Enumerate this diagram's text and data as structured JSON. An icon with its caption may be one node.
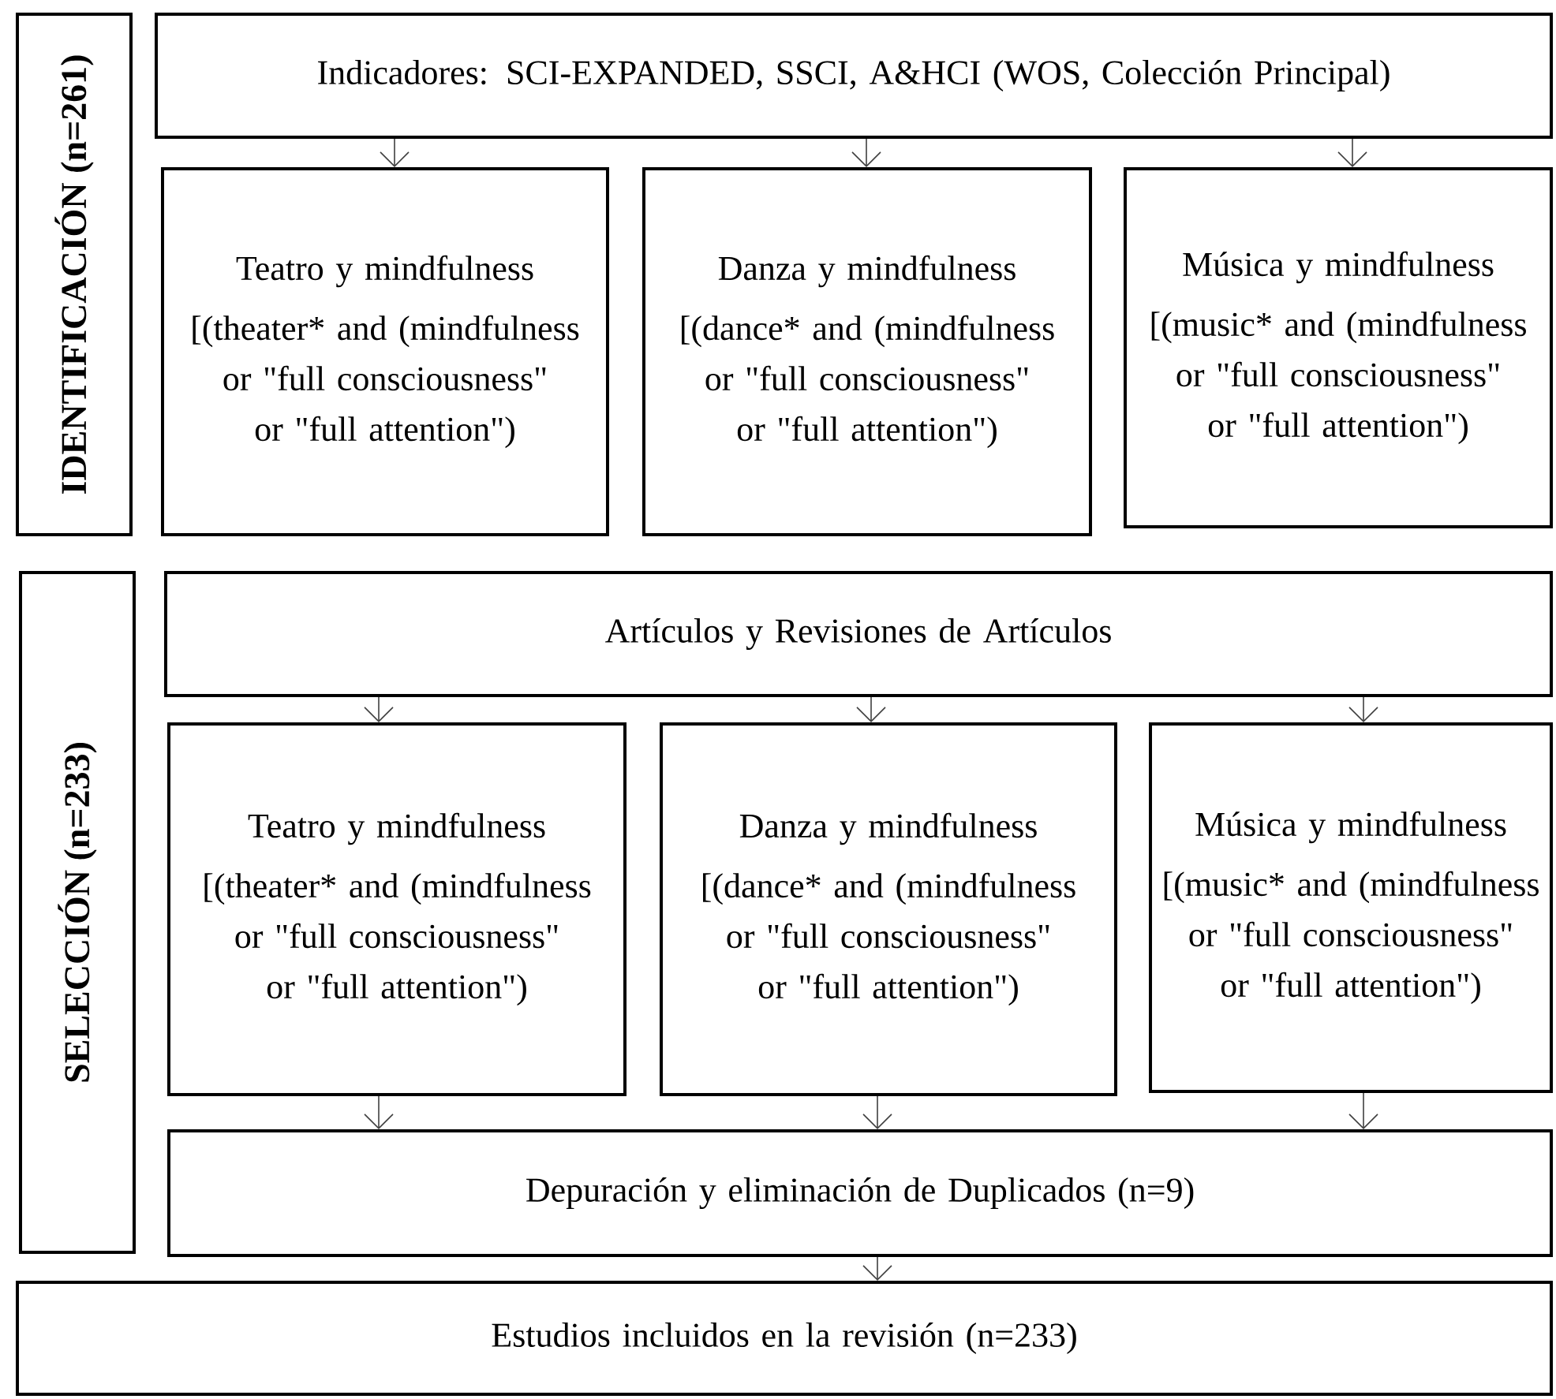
{
  "diagram": {
    "nodes": [
      {
        "text": [
          "IDENTIFICACIÓN (n=261)"
        ]
      },
      {
        "text": [
          "Indicadores: SCI-EXPANDED, SSCI, A&HCI (WOS, Colección Principal)"
        ]
      },
      {
        "text": [
          "Teatro y mindfulness",
          "[(theater* and (mindfulness or \"full consciousness\" or \"full attention\")"
        ]
      },
      {
        "text": [
          "Danza y mindfulness",
          "[(dance* and (mindfulness or \"full consciousness\" or \"full attention\")"
        ]
      },
      {
        "text": [
          "Música y mindfulness",
          "[(music* and (mindfulness or \"full consciousness\" or \"full attention\")"
        ]
      },
      {
        "text": [
          "SELECCIÓN (n=233)"
        ]
      },
      {
        "text": [
          "Artículos y Revisiones de Artículos"
        ]
      },
      {
        "text": [
          "Teatro y mindfulness",
          "[(theater* and (mindfulness or \"full consciousness\" or \"full attention\")"
        ]
      },
      {
        "text": [
          "Danza y mindfulness",
          "[(dance* and (mindfulness or \"full consciousness\" or \"full attention\")"
        ]
      },
      {
        "text": [
          "Música y mindfulness",
          "[(music* and (mindfulness or \"full consciousness\" or \"full attention\")"
        ]
      },
      {
        "text": [
          "Depuración y eliminación de Duplicados (n=9)"
        ]
      },
      {
        "text": [
          "Estudios incluidos en la revisión (n=233)"
        ]
      }
    ],
    "edges": [
      {
        "from": 1,
        "to": 2,
        "arrow": "to"
      },
      {
        "from": 1,
        "to": 3,
        "arrow": "to"
      },
      {
        "from": 1,
        "to": 4,
        "arrow": "to"
      },
      {
        "from": 6,
        "to": 7,
        "arrow": "to"
      },
      {
        "from": 6,
        "to": 8,
        "arrow": "to"
      },
      {
        "from": 6,
        "to": 9,
        "arrow": "to"
      },
      {
        "from": 7,
        "to": 10,
        "arrow": "to"
      },
      {
        "from": 8,
        "to": 10,
        "arrow": "to"
      },
      {
        "from": 9,
        "to": 10,
        "arrow": "to"
      },
      {
        "from": 10,
        "to": 11,
        "arrow": "to"
      }
    ]
  }
}
